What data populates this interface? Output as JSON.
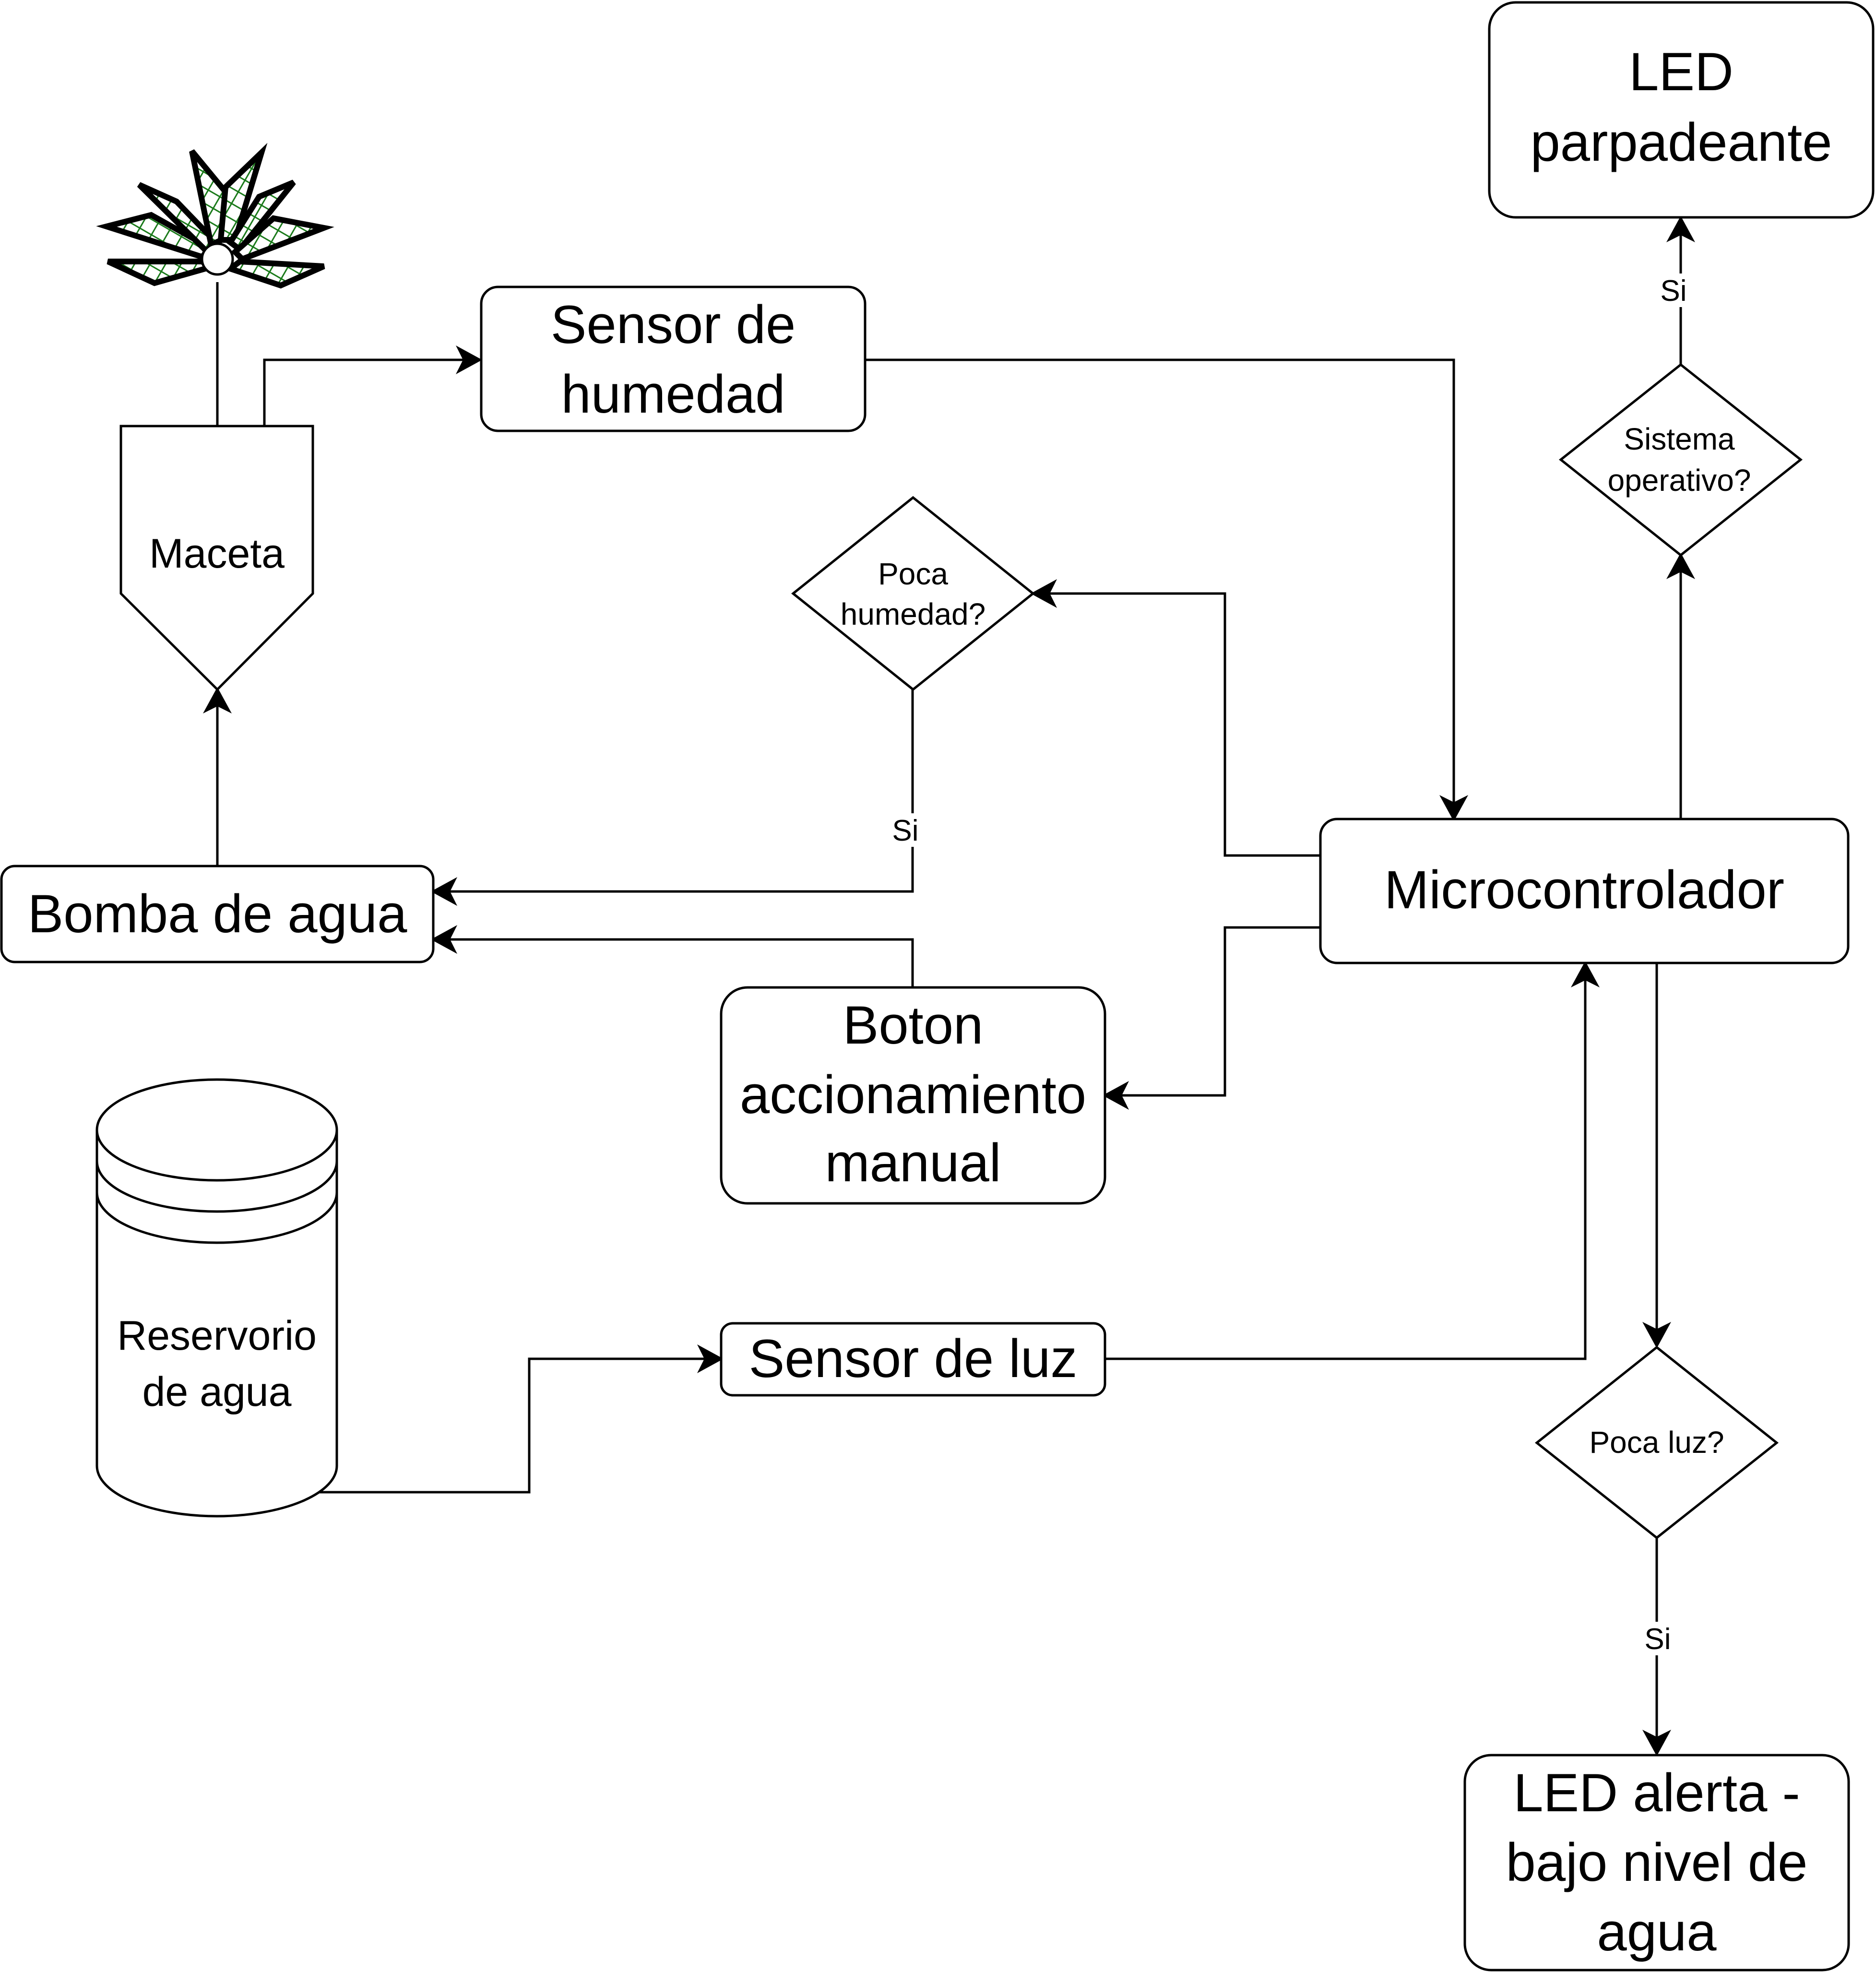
{
  "nodes": {
    "led_blink": {
      "lines": [
        "LED",
        "parpadeante"
      ]
    },
    "humidity_sensor": {
      "lines": [
        "Sensor de",
        "humedad"
      ]
    },
    "pot": {
      "lines": [
        "Maceta"
      ]
    },
    "low_humidity": {
      "lines": [
        "Poca",
        "humedad?"
      ]
    },
    "system_ok": {
      "lines": [
        "Sistema",
        "operativo?"
      ]
    },
    "microcontroller": {
      "lines": [
        "Microcontrolador"
      ]
    },
    "pump": {
      "lines": [
        "Bomba de agua"
      ]
    },
    "manual_button": {
      "lines": [
        "Boton",
        "accionamiento",
        "manual"
      ]
    },
    "reservoir": {
      "lines": [
        "Reservorio",
        "de agua"
      ]
    },
    "light_sensor": {
      "lines": [
        "Sensor de luz"
      ]
    },
    "low_light": {
      "lines": [
        "Poca luz?"
      ]
    },
    "led_alert": {
      "lines": [
        "LED alerta -",
        "bajo nivel de",
        "agua"
      ]
    }
  },
  "edge_labels": {
    "system_yes": "Si",
    "humidity_yes": "Si",
    "light_yes": "Si"
  },
  "colors": {
    "stroke": "#000000",
    "fill": "#ffffff",
    "plant_green": "#1a7a1a"
  },
  "icons": {
    "plant": "plant-icon"
  }
}
